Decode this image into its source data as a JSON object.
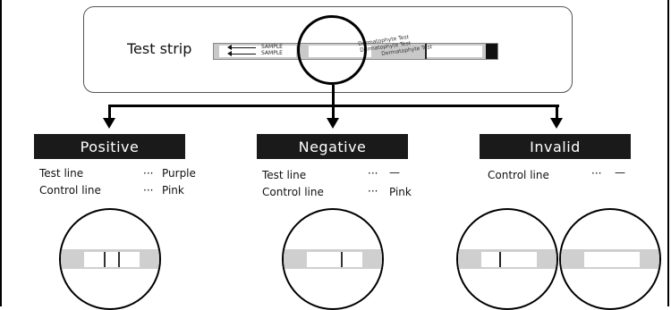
{
  "strip": {
    "label": "Test strip",
    "sample_top": "SAMPLE",
    "sample_bottom": "SAMPLE",
    "brand_lines": [
      "Dermatophyte Test",
      "Dermatophyte Test",
      "Dermatophyte Test"
    ]
  },
  "outcomes": [
    {
      "title": "Positive",
      "rows": [
        {
          "label": "Test line",
          "dots": "···",
          "value": "Purple"
        },
        {
          "label": "Control line",
          "dots": "···",
          "value": "Pink"
        }
      ]
    },
    {
      "title": "Negative",
      "rows": [
        {
          "label": "Test line",
          "dots": "···",
          "value": "—"
        },
        {
          "label": "Control line",
          "dots": "···",
          "value": "Pink"
        }
      ]
    },
    {
      "title": "Invalid",
      "rows": [
        {
          "label": "Control line",
          "dots": "···",
          "value": "—"
        }
      ]
    }
  ],
  "colors": {
    "band": "#cfcfcf",
    "box": "#1a1a1a",
    "line_mark": "#333333"
  }
}
